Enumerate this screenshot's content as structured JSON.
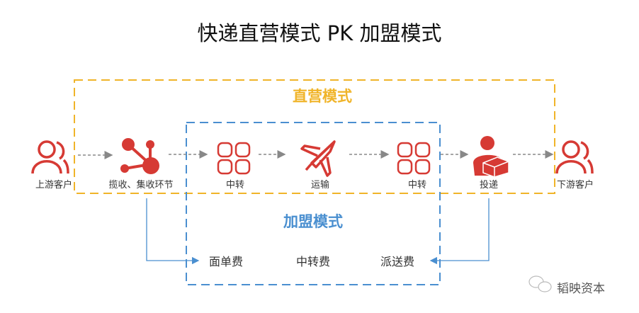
{
  "title": "快递直营模式 PK 加盟模式",
  "sections": {
    "direct": "直营模式",
    "franchise": "加盟模式"
  },
  "nodes": [
    "上游客户",
    "揽收、集收环节",
    "中转",
    "运输",
    "中转",
    "投递",
    "下游客户"
  ],
  "fees": [
    "面单费",
    "中转费",
    "派送费"
  ],
  "watermark": "韬映资本",
  "colors": {
    "icon": "#d63a34",
    "direct": "#f0b429",
    "franchise": "#4a8fd0",
    "arrow": "#888888"
  }
}
